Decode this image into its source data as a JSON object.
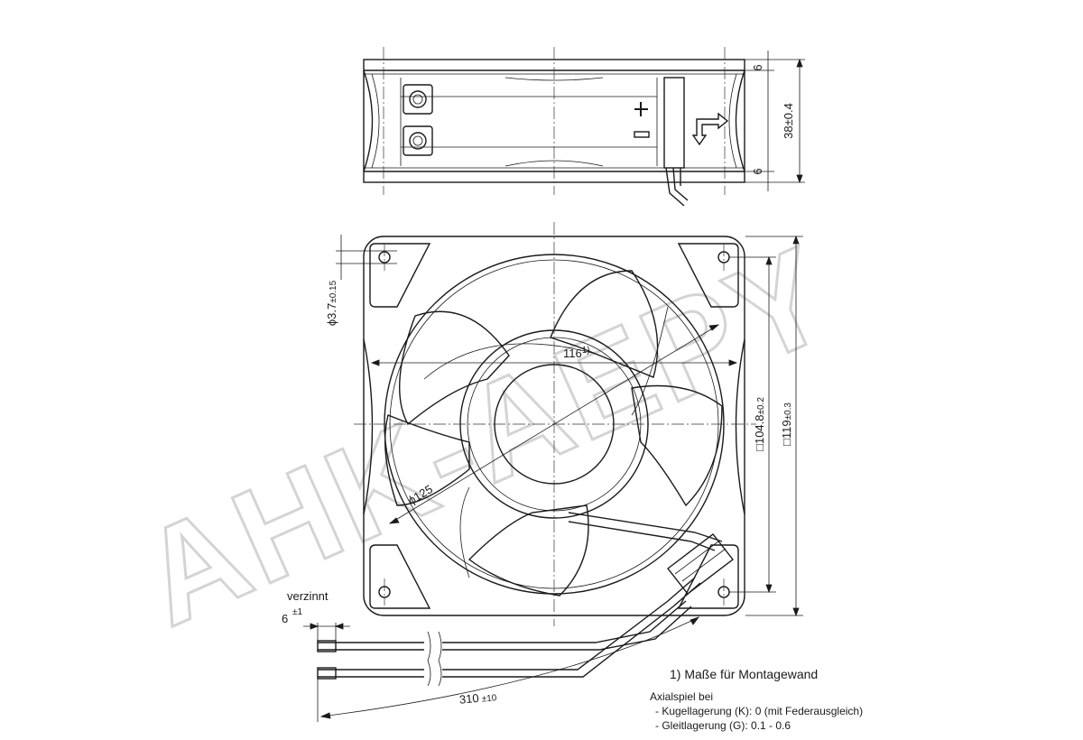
{
  "watermark": "AHK-AEPY",
  "side_view": {
    "dim_flange_top": "6",
    "dim_flange_bottom": "6",
    "dim_depth": "38±0.4"
  },
  "front_view": {
    "dim_hole": "ϕ3.7",
    "dim_hole_tol": "±0.15",
    "dim_mount_diameter": "116",
    "dim_mount_note_ref": "1)",
    "dim_outer_diameter": "ϕ125",
    "dim_hole_spacing": "□104.8",
    "dim_hole_spacing_tol": "±0.2",
    "dim_frame": "□119",
    "dim_frame_tol": "±0.3"
  },
  "leads": {
    "tinned_label": "verzinnt",
    "strip_length": "6",
    "strip_tol": "±1",
    "lead_length": "310",
    "lead_tol": "±10"
  },
  "notes": {
    "footnote": "1) Maße für Montagewand",
    "axial_title": "Axialspiel bei",
    "axial_ball": "- Kugellagerung (K): 0 (mit Federausgleich)",
    "axial_sleeve": "- Gleitlagerung (G): 0.1 - 0.6"
  }
}
